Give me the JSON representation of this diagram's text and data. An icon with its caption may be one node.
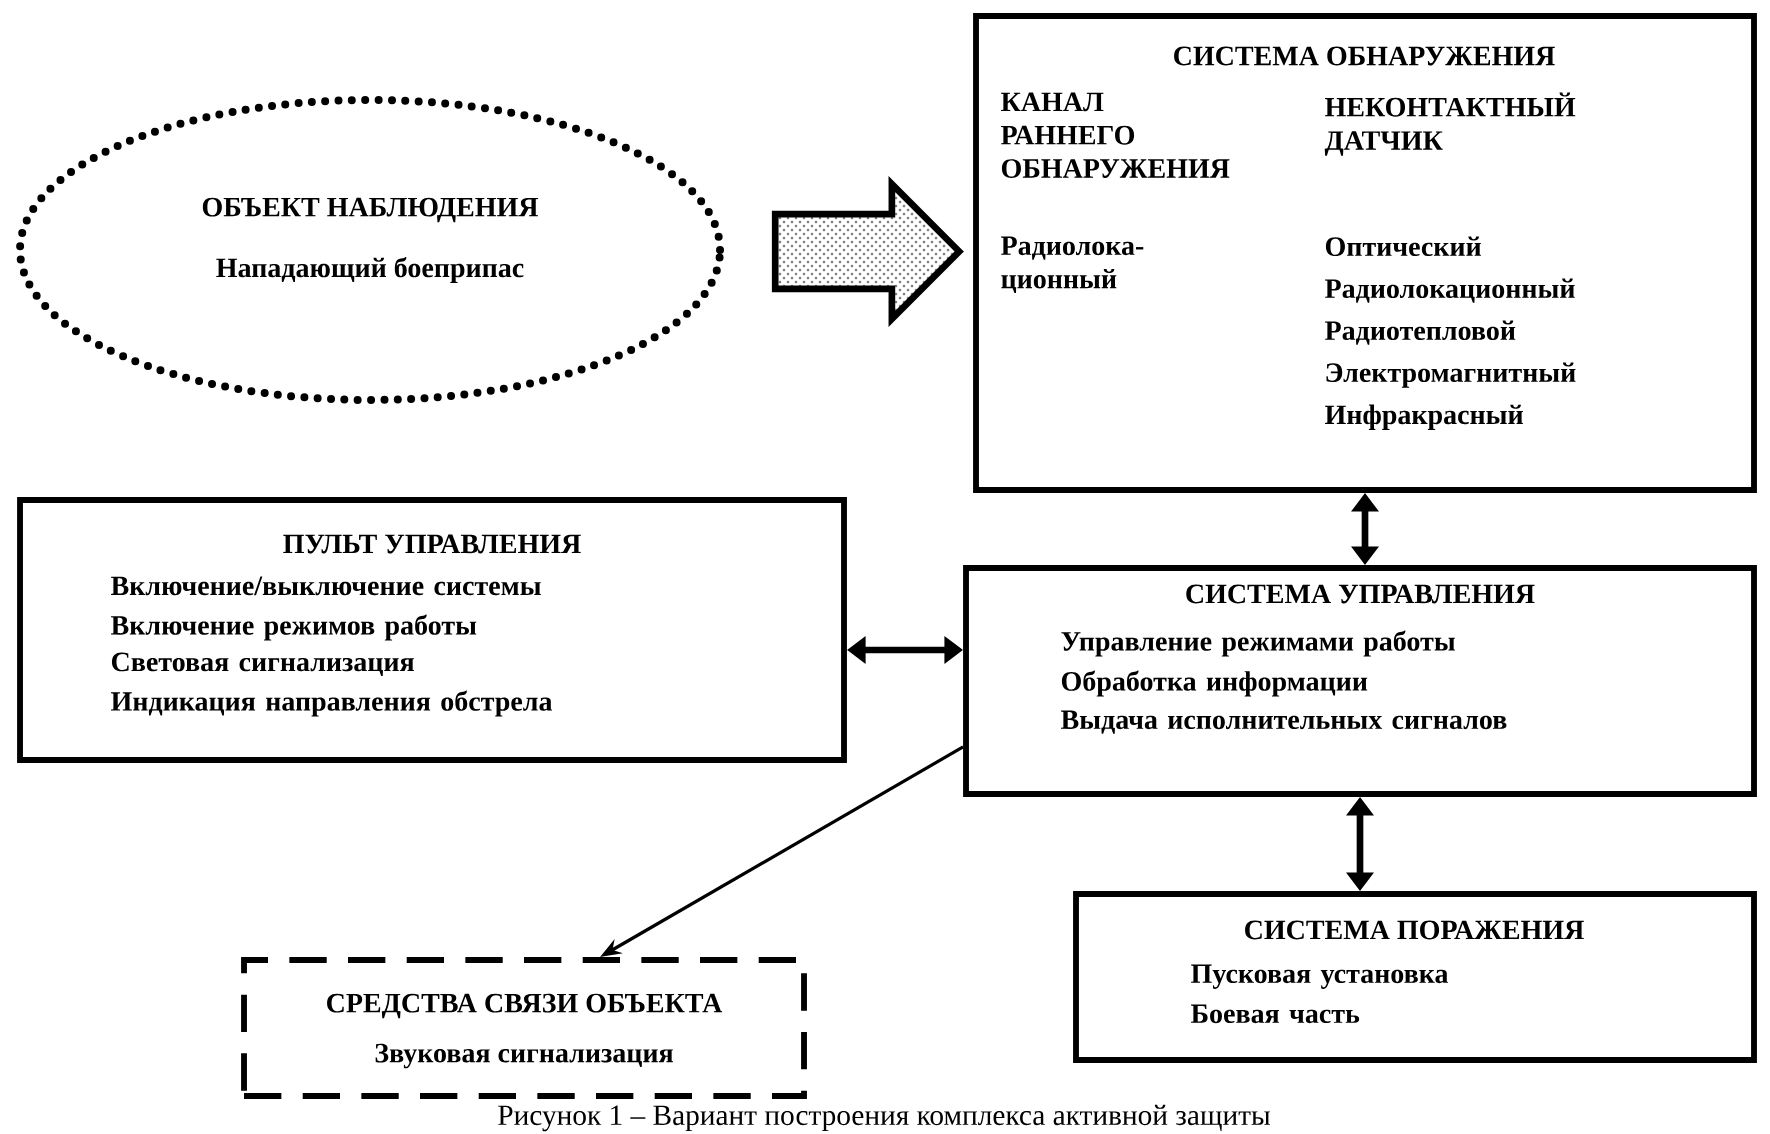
{
  "diagram": {
    "caption": "Рисунок 1 – Вариант построения комплекса активной защиты",
    "nodes": [
      {
        "text": [
          "ОБЪЕКТ НАБЛЮДЕНИЯ",
          "Нападающий боеприпас"
        ]
      },
      {
        "text": [
          "СИСТЕМА ОБНАРУЖЕНИЯ",
          "КАНАЛ РАННЕГО ОБНАРУЖЕНИЯ",
          "НЕКОНТАКТНЫЙ ДАТЧИК",
          "Радиолока- ционный",
          "Оптический",
          "Радиолокационный",
          "Радиотепловой",
          "Электромагнитный",
          "Инфракрасный"
        ]
      },
      {
        "text": [
          "ПУЛЬТ УПРАВЛЕНИЯ",
          "Включение/выключение системы",
          "Включение режимов работы",
          "Световая сигнализация",
          "Индикация направления обстрела"
        ]
      },
      {
        "text": [
          "СИСТЕМА УПРАВЛЕНИЯ",
          "Управление режимами работы",
          "Обработка информации",
          "Выдача исполнительных сигналов"
        ]
      },
      {
        "text": [
          "СРЕДСТВА СВЯЗИ ОБЪЕКТА",
          "Звуковая сигнализация"
        ]
      },
      {
        "text": [
          "СИСТЕМА ПОРАЖЕНИЯ",
          "Пусковая установка",
          "Боевая часть"
        ]
      }
    ],
    "edges": [
      {
        "from": 0,
        "to": 1,
        "arrow": "to",
        "style": "thick"
      },
      {
        "from": 1,
        "to": 3,
        "arrow": "both"
      },
      {
        "from": 2,
        "to": 3,
        "arrow": "both"
      },
      {
        "from": 3,
        "to": 4,
        "arrow": "to"
      },
      {
        "from": 3,
        "to": 5,
        "arrow": "both"
      }
    ]
  }
}
